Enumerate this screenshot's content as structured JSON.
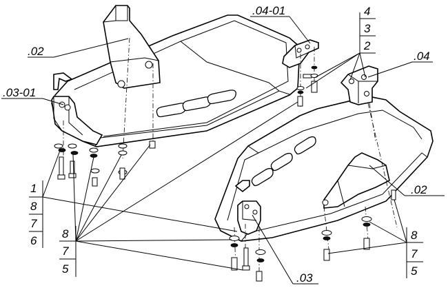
{
  "callouts": {
    "plate_left": ".02",
    "bracket_top": ".04-01",
    "bracket_left": ".03-01",
    "bracket_right": ".04",
    "plate_right": ".02",
    "bracket_bottom": ".03",
    "num_4": "4",
    "num_3": "3",
    "num_2": "2",
    "left_stack": [
      "1",
      "8",
      "7",
      "6"
    ],
    "left_lower_stack": [
      "8",
      "7",
      "5"
    ],
    "right_stack": [
      "8",
      "7",
      "5"
    ]
  }
}
